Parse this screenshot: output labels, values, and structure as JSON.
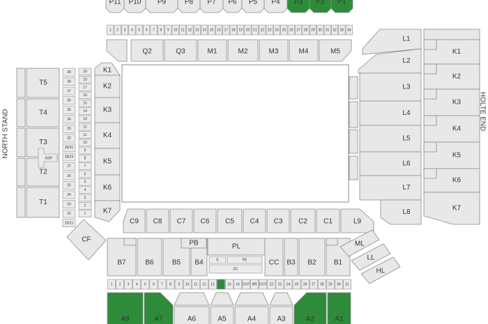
{
  "stands": {
    "north": "NORTH STAND",
    "holte": "HOLTE END"
  },
  "colors": {
    "selected": "#2e8b3a",
    "block": "#e8e8e8",
    "outline": "#8a8a8a"
  },
  "top_upper": [
    "P11",
    "P10",
    "P9",
    "P8",
    "P7",
    "P6",
    "P5",
    "P4",
    "P3",
    "P2",
    "P1"
  ],
  "top_upper_selected": [
    "P3",
    "P2",
    "P1"
  ],
  "top_rows": [
    "1",
    "2",
    "3",
    "4",
    "5",
    "6",
    "7",
    "8",
    "9",
    "10",
    "11",
    "12",
    "13",
    "14",
    "15",
    "16",
    "17",
    "18",
    "19",
    "20",
    "21",
    "22",
    "23",
    "24",
    "25",
    "26",
    "27",
    "28",
    "29",
    "30",
    "31",
    "32",
    "33",
    "34"
  ],
  "top_lower": [
    "Q2",
    "Q3",
    "M1",
    "M2",
    "M3",
    "M4",
    "M5"
  ],
  "west_t": [
    "T5",
    "T4",
    "T3",
    "T2",
    "T1"
  ],
  "west_nums_a": [
    "39",
    "38",
    "37",
    "36",
    "35",
    "34",
    "33",
    "32",
    "30/31",
    "28/29",
    "27",
    "26",
    "25",
    "24",
    "23",
    "22",
    "20/21"
  ],
  "west_nums_b": [
    "19",
    "18",
    "17",
    "16",
    "15",
    "14",
    "13",
    "12",
    "11",
    "10",
    "9",
    "8",
    "7",
    "6",
    "5",
    "4",
    "3",
    "2",
    "1"
  ],
  "nsp": "NSP",
  "west_k": [
    "K1",
    "K2",
    "K3",
    "K4",
    "K5",
    "K6",
    "K7"
  ],
  "cf": "CF",
  "east_l": [
    "L1",
    "L2",
    "L3",
    "L4",
    "L5",
    "L6",
    "L7",
    "L8"
  ],
  "east_k": [
    "K1",
    "K2",
    "K3",
    "K4",
    "K5",
    "K6",
    "K7"
  ],
  "south_c": [
    "C9",
    "C8",
    "C7",
    "C6",
    "C5",
    "C4",
    "C3",
    "C2",
    "C1",
    "L9"
  ],
  "south_mid": [
    "B7",
    "B6",
    "B5",
    "B4",
    "PB",
    "PL",
    "CC",
    "B3",
    "B2",
    "B1"
  ],
  "south_mini": [
    "E",
    "PE",
    "DC"
  ],
  "south_rows": [
    "1",
    "2",
    "3",
    "4",
    "5",
    "6",
    "7",
    "8",
    "9",
    "10",
    "11",
    "12",
    "13",
    "",
    "15",
    "16",
    "DCF",
    "BR",
    "DCF",
    "22",
    "23",
    "24",
    "25",
    "26",
    "27",
    "28",
    "29",
    "30",
    "31"
  ],
  "south_rows_selected_index": 13,
  "south_lower": [
    "A8",
    "A7",
    "A6",
    "A5",
    "A4",
    "A3",
    "A2",
    "A1"
  ],
  "south_lower_selected": [
    "A8",
    "A7",
    "A2",
    "A1"
  ],
  "se_corner": [
    "ML",
    "LL",
    "HL"
  ]
}
